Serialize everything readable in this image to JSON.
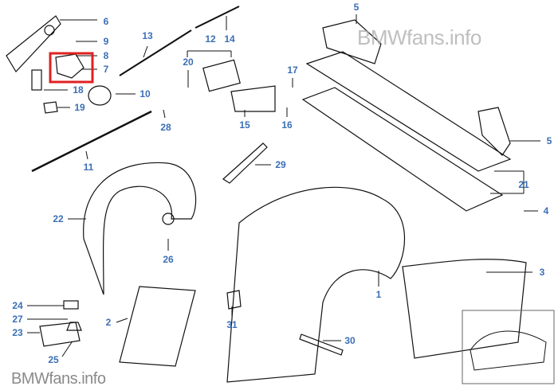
{
  "diagram": {
    "labels": [
      "6",
      "9",
      "8",
      "7",
      "18",
      "19",
      "13",
      "12",
      "14",
      "20",
      "10",
      "28",
      "11",
      "17",
      "16",
      "15",
      "5",
      "5",
      "21",
      "4",
      "29",
      "22",
      "26",
      "3",
      "1",
      "24",
      "27",
      "23",
      "25",
      "2",
      "31",
      "30"
    ],
    "highlight_color": "#e02020",
    "label_color": "#3b6fb6"
  },
  "watermarks": {
    "top": "BMWfans.info",
    "bottom": "BMWfans.info"
  }
}
